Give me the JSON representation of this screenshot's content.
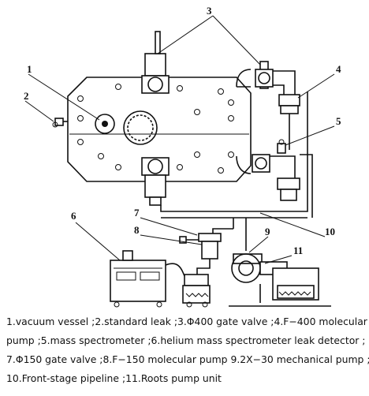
{
  "callouts": [
    "1",
    "2",
    "3",
    "4",
    "5",
    "6",
    "7",
    "8",
    "9",
    "10",
    "11"
  ],
  "caption": {
    "line1": "1.vacuum vessel ;2.standard leak ;3.Φ400 gate valve ;4.F−400 molecular",
    "line2": "pump ;5.mass spectrometer ;6.helium mass spectrometer leak detector ;",
    "line3": "7.Φ150 gate valve ;8.F−150 molecular pump 9.2X−30 mechanical pump ;",
    "line4": "10.Front-stage pipeline ;11.Roots pump unit"
  }
}
